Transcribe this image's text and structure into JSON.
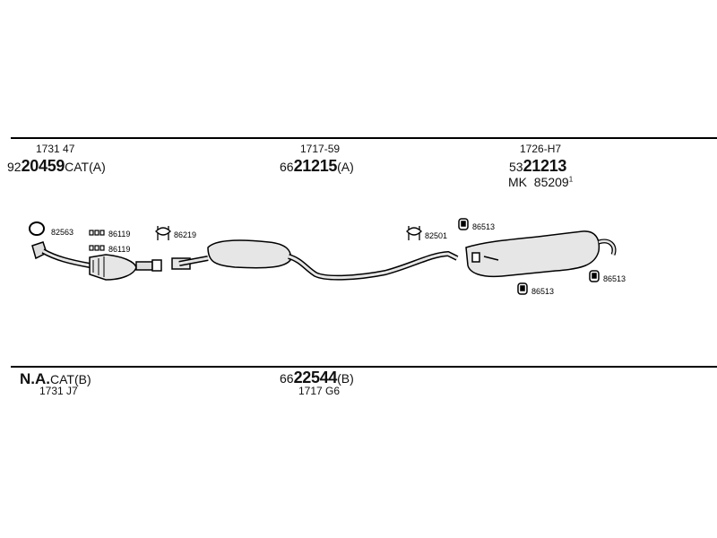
{
  "colors": {
    "line": "#000000",
    "part_fill": "#e6e6e6",
    "part_shade": "#bdbdbd"
  },
  "top_row": {
    "left": {
      "code": "1731 47",
      "prefix": "92",
      "bold": "20459",
      "suffix": "CAT(A)"
    },
    "middle": {
      "code": "1717-59",
      "prefix": "66",
      "bold": "21215",
      "suffix": "(A)"
    },
    "right": {
      "code": "1726-H7",
      "prefix": "53",
      "bold": "21213",
      "suffix": "",
      "kit_label": "MK",
      "kit_number": "85209",
      "kit_sup": "1"
    }
  },
  "bottom_row": {
    "left": {
      "bold": "N.A.",
      "suffix": "CAT(B)",
      "code": "1731 J7"
    },
    "middle": {
      "prefix": "66",
      "bold": "22544",
      "suffix": "(B)",
      "code": "1717 G6"
    }
  },
  "callouts": {
    "ring_seal": "82563",
    "bolt_1": "86119",
    "bolt_2": "86119",
    "clamp_front": "86219",
    "clamp_rear": "82501",
    "hanger_top": "86513",
    "hanger_bottom": "86513",
    "hanger_right": "86513"
  }
}
